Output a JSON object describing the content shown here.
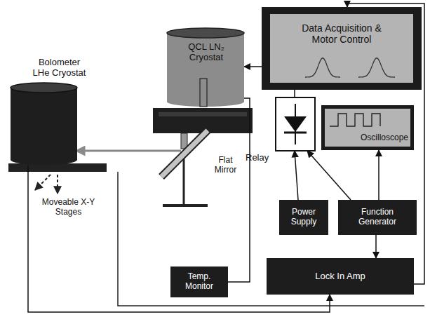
{
  "diagram": {
    "nodes": [
      {
        "text": [
          "Bolometer LHe Cryostat"
        ]
      },
      {
        "text": [
          "QCL LN₂ Cryostat"
        ]
      },
      {
        "text": [
          "Data Acquisition & Motor Control"
        ]
      },
      {
        "text": [
          "Relay"
        ]
      },
      {
        "text": [
          "Oscilloscope"
        ]
      },
      {
        "text": [
          "Power Supply"
        ]
      },
      {
        "text": [
          "Function Generator"
        ]
      },
      {
        "text": [
          "Temp. Monitor"
        ]
      },
      {
        "text": [
          "Lock In Amp"
        ]
      }
    ],
    "edges": [
      {
        "from": 3,
        "to": 1,
        "arrow": "to"
      },
      {
        "from": 5,
        "to": 3,
        "arrow": "to"
      },
      {
        "from": 6,
        "to": 3,
        "arrow": "to"
      },
      {
        "from": 6,
        "to": 4,
        "arrow": "to"
      },
      {
        "from": 6,
        "to": 8,
        "arrow": "to"
      },
      {
        "from": 8,
        "to": 2,
        "arrow": "to"
      },
      {
        "from": 0,
        "to": 8,
        "arrow": "to"
      },
      {
        "from": 7,
        "to": 1,
        "arrow": "none"
      }
    ],
    "labels": [
      "Flat Mirror",
      "Moveable X-Y Stages"
    ]
  }
}
